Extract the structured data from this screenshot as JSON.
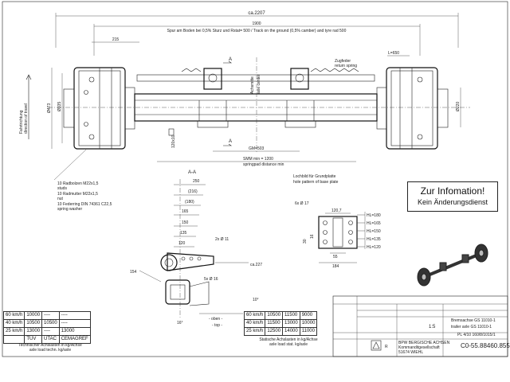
{
  "dimensions": {
    "total_length": "ca.2207",
    "track": "1900",
    "track_note": "Spur am Boden bei 0,5% Sturz und Rstat= 500 / Track on the ground (0,5% camber) and tyre rad 500",
    "offset_215": "215",
    "spring_length": "L=650",
    "diameter_473": "Ø473",
    "diameter_335": "Ø335",
    "diameter_220": "Ø220",
    "tube": "120x10",
    "spring_center": "GM=503",
    "springpad_distance": "SMM min = 1200",
    "springpad_distance_en": "springpad distance min",
    "section_mark": "A"
  },
  "labels": {
    "zugfeder": "Zugfeder",
    "return_spring": "return spring",
    "axle_center_de": "Achsmitte",
    "axle_center_en": "axle center",
    "direction_de": "Fahrtrichtung",
    "direction_en": "direction of travel",
    "studs_de": "10 Radbolzen M22x1,5",
    "studs_en": "studs",
    "nuts_de": "10 Radmutter M22x1,5",
    "nuts_en": "nut",
    "washer_de": "10 Federring DIN 74361 C22,5",
    "washer_en": "spring washer"
  },
  "section": {
    "title": "A-A",
    "dims": [
      "250",
      "(216)",
      "(180)",
      "165",
      "150",
      "135",
      "120"
    ],
    "hole": "2x Ø 11",
    "hole2": "5x Ø 16",
    "ca227": "ca.227",
    "d154": "154",
    "angle1": "10°",
    "angle2": "16°",
    "oben": "- oben -",
    "top": "- top -"
  },
  "hole_pattern": {
    "title_de": "Lochbild für Grundplatte",
    "title_en": "hole pattern of base plate",
    "holes": "6x Ø 17",
    "w1": "120,7",
    "w2": "55",
    "w3": "184",
    "h1": "30",
    "h2": "16",
    "hl": [
      "HL=180",
      "HL=165",
      "HL=150",
      "HL=135",
      "HL=120"
    ]
  },
  "stamp": {
    "line1": "Zur Infomation!",
    "line2": "Kein Änderungsdienst"
  },
  "table_left": {
    "rows": [
      [
        "60 km/h",
        "10000",
        "----",
        "----"
      ],
      [
        "40 km/h",
        "10500",
        "10500",
        "----"
      ],
      [
        "25 km/h",
        "13000",
        "----",
        "13000"
      ]
    ],
    "headers": [
      "",
      "TÜV",
      "UTAC",
      "CEMAGREF"
    ],
    "caption_de": "Technischer Achslasten in kg/Achse",
    "caption_en": "axle load techn. kg/axle"
  },
  "table_right": {
    "rows": [
      [
        "60 km/h",
        "10500",
        "11500",
        "9000"
      ],
      [
        "40 km/h",
        "11500",
        "13000",
        "10000"
      ],
      [
        "25 km/h",
        "12500",
        "14000",
        "11000"
      ]
    ],
    "caption_de": "Statische Achslasten in kg/Achse",
    "caption_en": "axle load stat. kg/axle"
  },
  "title_block": {
    "name": "Bremsachse GS 11010-1",
    "desc_en": "trailer axle GS 11010-1",
    "ref": "PL 4/10 160/8/1015/1",
    "drawing_number": "C0-55.88460.855",
    "scale": "1:5",
    "code": "R",
    "company": "BPW BERGISCHE ACHSEN",
    "company2": "Kommanditgesellschaft",
    "place": "51674 WIEHL"
  }
}
